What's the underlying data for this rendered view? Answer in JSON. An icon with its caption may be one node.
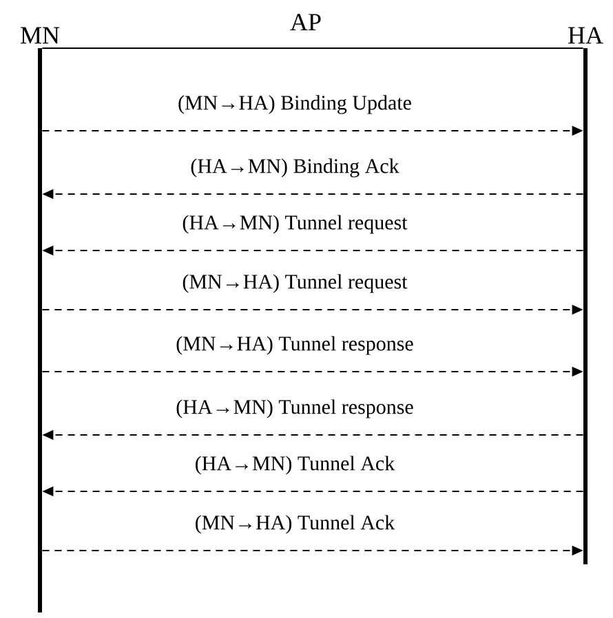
{
  "diagram": {
    "nodes": [
      {
        "text": [
          "MN"
        ]
      },
      {
        "text": [
          "HA"
        ]
      }
    ],
    "edges": [
      {
        "from": 0,
        "to": 1,
        "arrow": "none"
      },
      {
        "from": 0,
        "to": 1,
        "arrow": "to",
        "style": "dashed",
        "label": "(MN→HA) Binding Update"
      },
      {
        "from": 1,
        "to": 0,
        "arrow": "to",
        "style": "dashed",
        "label": "(HA→MN) Binding Ack"
      },
      {
        "from": 1,
        "to": 0,
        "arrow": "to",
        "style": "dashed",
        "label": "(HA→MN)  Tunnel request"
      },
      {
        "from": 0,
        "to": 1,
        "arrow": "to",
        "style": "dashed",
        "label": "(MN→HA) Tunnel request"
      },
      {
        "from": 0,
        "to": 1,
        "arrow": "to",
        "style": "dashed",
        "label": "(MN→HA) Tunnel response"
      },
      {
        "from": 1,
        "to": 0,
        "arrow": "to",
        "style": "dashed",
        "label": "(HA→MN) Tunnel response"
      },
      {
        "from": 1,
        "to": 0,
        "arrow": "to",
        "style": "dashed",
        "label": "(HA→MN) Tunnel Ack"
      },
      {
        "from": 0,
        "to": 1,
        "arrow": "to",
        "style": "dashed",
        "label": "(MN→HA) Tunnel Ack"
      }
    ],
    "labels": [
      "AP"
    ]
  }
}
